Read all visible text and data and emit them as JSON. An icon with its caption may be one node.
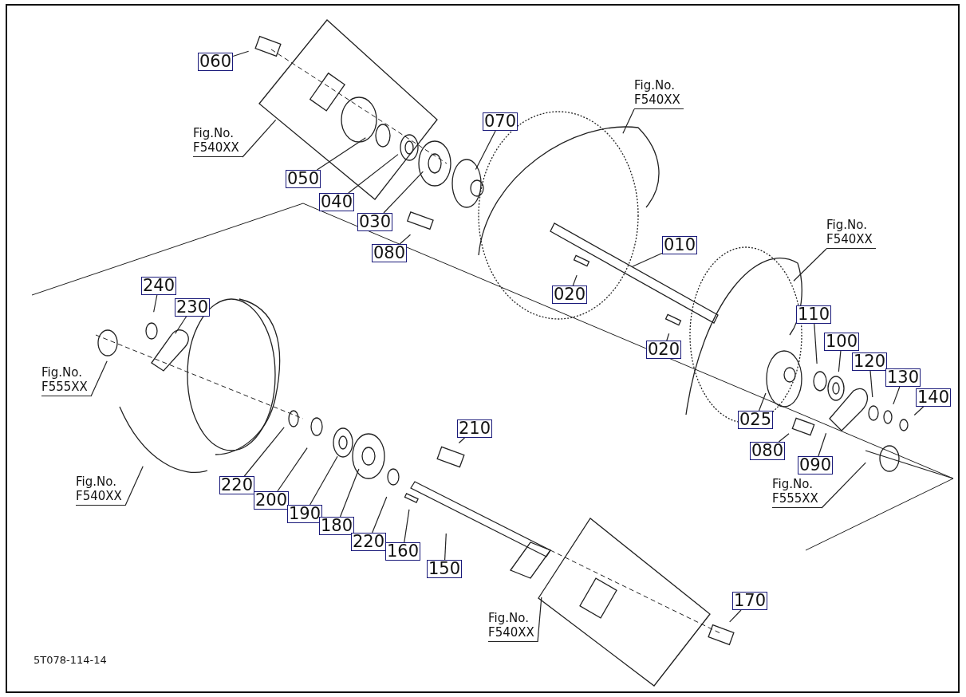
{
  "diagram": {
    "nodes": [
      {
        "text": [
          "060"
        ]
      },
      {
        "text": [
          "Fig.No. F540XX"
        ]
      },
      {
        "text": [
          "050"
        ]
      },
      {
        "text": [
          "040"
        ]
      },
      {
        "text": [
          "030"
        ]
      },
      {
        "text": [
          "070"
        ]
      },
      {
        "text": [
          "080"
        ]
      },
      {
        "text": [
          "Fig.No. F540XX"
        ]
      },
      {
        "text": [
          "010"
        ]
      },
      {
        "text": [
          "020"
        ]
      },
      {
        "text": [
          "Fig.No. F540XX"
        ]
      },
      {
        "text": [
          "240"
        ]
      },
      {
        "text": [
          "230"
        ]
      },
      {
        "text": [
          "020"
        ]
      },
      {
        "text": [
          "110"
        ]
      },
      {
        "text": [
          "100"
        ]
      },
      {
        "text": [
          "120"
        ]
      },
      {
        "text": [
          "130"
        ]
      },
      {
        "text": [
          "140"
        ]
      },
      {
        "text": [
          "Fig.No. F555XX"
        ]
      },
      {
        "text": [
          "025"
        ]
      },
      {
        "text": [
          "210"
        ]
      },
      {
        "text": [
          "080"
        ]
      },
      {
        "text": [
          "090"
        ]
      },
      {
        "text": [
          "Fig.No. F540XX"
        ]
      },
      {
        "text": [
          "220"
        ]
      },
      {
        "text": [
          "200"
        ]
      },
      {
        "text": [
          "190"
        ]
      },
      {
        "text": [
          "180"
        ]
      },
      {
        "text": [
          "Fig.No. F555XX"
        ]
      },
      {
        "text": [
          "220"
        ]
      },
      {
        "text": [
          "160"
        ]
      },
      {
        "text": [
          "150"
        ]
      },
      {
        "text": [
          "Fig.No. F540XX"
        ]
      },
      {
        "text": [
          "170"
        ]
      }
    ],
    "edges": [
      {
        "from": 0,
        "to": null,
        "arrow": "none"
      },
      {
        "from": 1,
        "to": null,
        "arrow": "none"
      },
      {
        "from": 2,
        "to": null,
        "arrow": "none"
      },
      {
        "from": 3,
        "to": null,
        "arrow": "none"
      },
      {
        "from": 4,
        "to": null,
        "arrow": "none"
      },
      {
        "from": 5,
        "to": null,
        "arrow": "none"
      },
      {
        "from": 6,
        "to": null,
        "arrow": "none"
      },
      {
        "from": 7,
        "to": null,
        "arrow": "none"
      },
      {
        "from": 8,
        "to": null,
        "arrow": "none"
      },
      {
        "from": 9,
        "to": null,
        "arrow": "none"
      },
      {
        "from": 10,
        "to": null,
        "arrow": "none"
      },
      {
        "from": 11,
        "to": null,
        "arrow": "none"
      },
      {
        "from": 12,
        "to": null,
        "arrow": "none"
      },
      {
        "from": 13,
        "to": null,
        "arrow": "none"
      },
      {
        "from": 14,
        "to": null,
        "arrow": "none"
      },
      {
        "from": 15,
        "to": null,
        "arrow": "none"
      },
      {
        "from": 16,
        "to": null,
        "arrow": "none"
      },
      {
        "from": 17,
        "to": null,
        "arrow": "none"
      },
      {
        "from": 18,
        "to": null,
        "arrow": "none"
      },
      {
        "from": 19,
        "to": null,
        "arrow": "none"
      },
      {
        "from": 20,
        "to": null,
        "arrow": "none"
      },
      {
        "from": 21,
        "to": null,
        "arrow": "none"
      },
      {
        "from": 22,
        "to": null,
        "arrow": "none"
      },
      {
        "from": 23,
        "to": null,
        "arrow": "none"
      },
      {
        "from": 24,
        "to": null,
        "arrow": "none"
      },
      {
        "from": 25,
        "to": null,
        "arrow": "none"
      },
      {
        "from": 26,
        "to": null,
        "arrow": "none"
      },
      {
        "from": 27,
        "to": null,
        "arrow": "none"
      },
      {
        "from": 28,
        "to": null,
        "arrow": "none"
      },
      {
        "from": 29,
        "to": null,
        "arrow": "none"
      },
      {
        "from": 30,
        "to": null,
        "arrow": "none"
      },
      {
        "from": 31,
        "to": null,
        "arrow": "none"
      },
      {
        "from": 32,
        "to": null,
        "arrow": "none"
      },
      {
        "from": 33,
        "to": null,
        "arrow": "none"
      },
      {
        "from": 34,
        "to": null,
        "arrow": "none"
      }
    ],
    "labels": [
      "5T078-114-14"
    ]
  }
}
